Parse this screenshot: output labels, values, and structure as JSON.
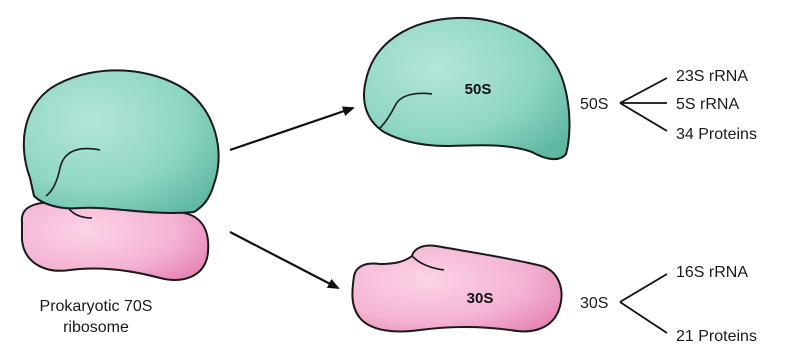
{
  "ribosome": {
    "caption_line1": "Prokaryotic 70S",
    "caption_line2": "ribosome"
  },
  "large_subunit": {
    "label": "50S",
    "breakdown_label": "50S",
    "components": [
      "23S rRNA",
      "5S rRNA",
      "34 Proteins"
    ]
  },
  "small_subunit": {
    "label": "30S",
    "breakdown_label": "30S",
    "components": [
      "16S rRNA",
      "21 Proteins"
    ]
  },
  "colors": {
    "large_fill": "#8fd6c4",
    "large_dark": "#5fb8a3",
    "small_fill": "#f4b3d3",
    "small_dark": "#e581b3",
    "outline": "#1a1a1a"
  }
}
